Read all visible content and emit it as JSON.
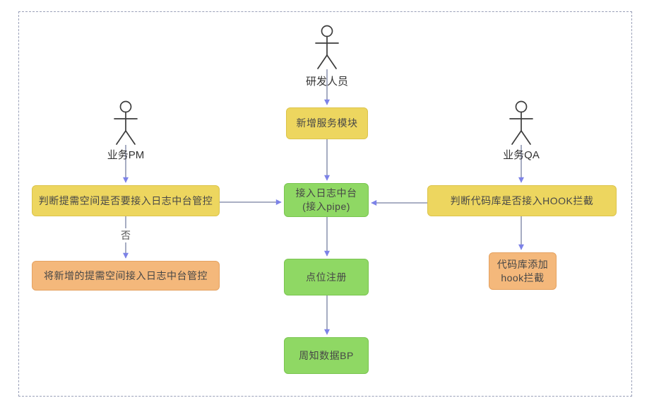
{
  "diagram": {
    "actors": [
      {
        "id": "dev",
        "label": "研发人员"
      },
      {
        "id": "pm",
        "label": "业务PM"
      },
      {
        "id": "qa",
        "label": "业务QA"
      }
    ],
    "nodes": [
      {
        "id": "new-service-module",
        "label": "新增服务模块",
        "type": "yellow"
      },
      {
        "id": "access-log-center",
        "label": "接入日志中台\n(接入pipe)",
        "type": "green"
      },
      {
        "id": "point-register",
        "label": "点位注册",
        "type": "green"
      },
      {
        "id": "notify-data-bp",
        "label": "周知数据BP",
        "type": "green"
      },
      {
        "id": "judge-space",
        "label": "判断提需空间是否要接入日志中台管控",
        "type": "yellow"
      },
      {
        "id": "connect-space",
        "label": "将新增的提需空间接入日志中台管控",
        "type": "orange"
      },
      {
        "id": "judge-repo",
        "label": "判断代码库是否接入HOOK拦截",
        "type": "yellow"
      },
      {
        "id": "add-hook",
        "label": "代码库添加\nhook拦截",
        "type": "orange"
      }
    ],
    "edge_labels": [
      {
        "id": "no",
        "label": "否"
      }
    ],
    "colors": {
      "node_yellow": "#EDD65F",
      "node_green": "#8FD864",
      "node_orange": "#F4B87B",
      "arrow_line": "#777FA0",
      "arrow_head": "#7C82E8",
      "frame_border": "#9AA0B8",
      "text": "#474747"
    }
  }
}
